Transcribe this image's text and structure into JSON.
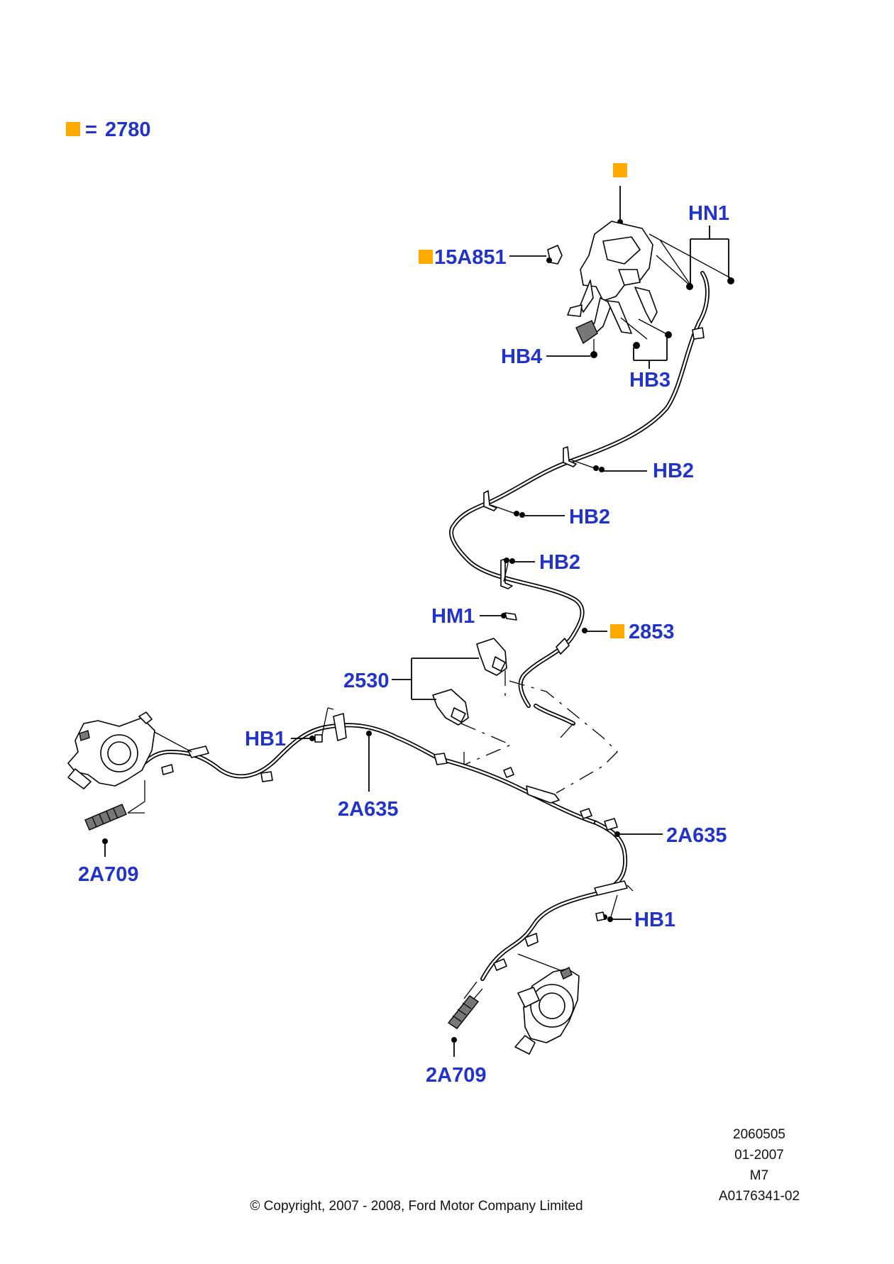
{
  "colors": {
    "callout_text": "#2233cc",
    "marker": "#ffaa00",
    "text": "#111111"
  },
  "legend": {
    "marker_icon": "orange-square-icon",
    "equals": "=",
    "part_number": "2780"
  },
  "callouts": {
    "hn1": "HN1",
    "p15a851": "15A851",
    "hb4": "HB4",
    "hb3": "HB3",
    "hb2_a": "HB2",
    "hb2_b": "HB2",
    "hb2_c": "HB2",
    "hm1": "HM1",
    "p2853": "2853",
    "p2530": "2530",
    "hb1_left": "HB1",
    "p2a635_left": "2A635",
    "p2a709_left": "2A709",
    "p2a635_right": "2A635",
    "hb1_right": "HB1",
    "p2a709_bottom": "2A709"
  },
  "footer": {
    "ref_lines": [
      "2060505",
      "01-2007",
      "M7",
      "A0176341-02"
    ],
    "copyright": "© Copyright, 2007 - 2008, Ford Motor Company Limited"
  }
}
